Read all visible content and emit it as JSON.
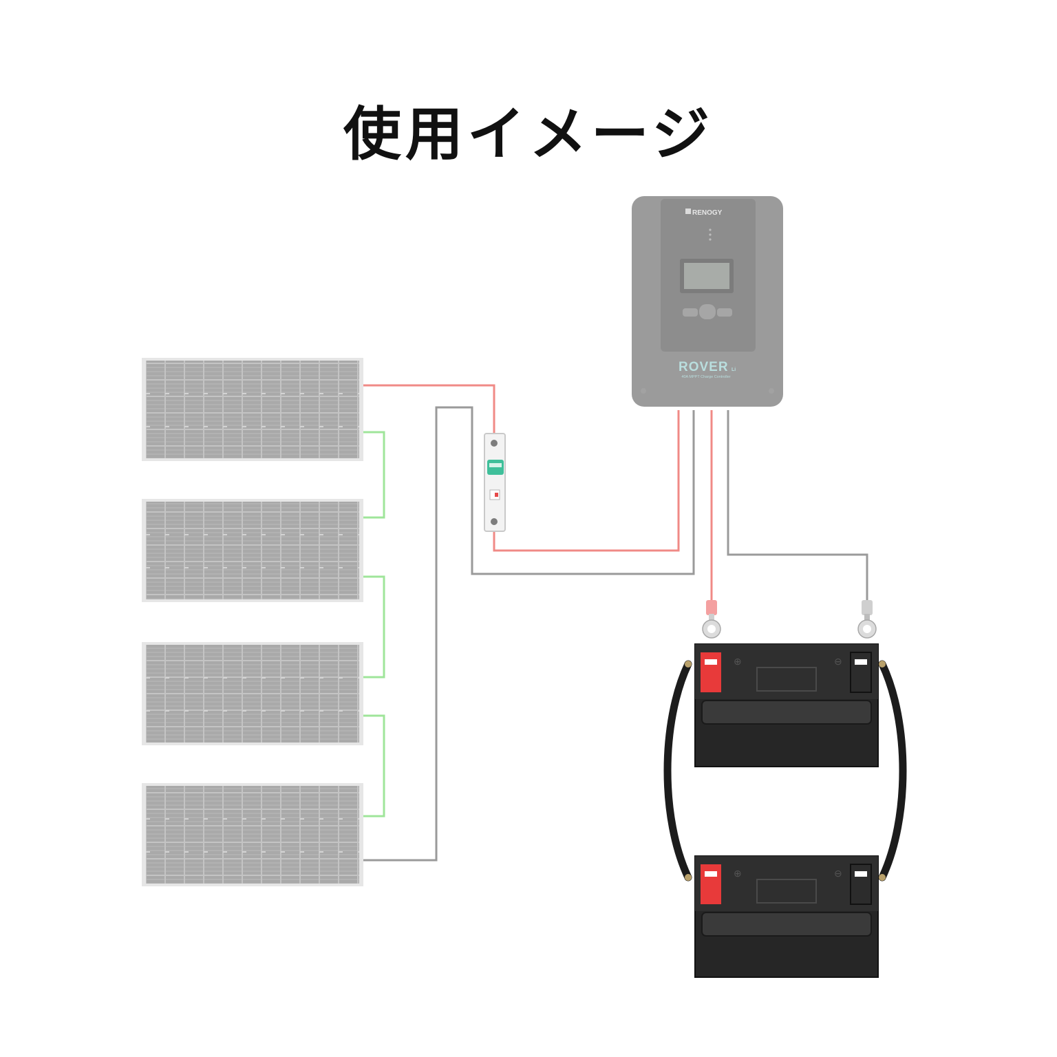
{
  "title": "使用イメージ",
  "controller": {
    "brand": "RENOGY",
    "model": "ROVER",
    "model_suffix": "Li",
    "subtitle": "40A MPPT Charge Controller"
  },
  "colors": {
    "positive_wire": "#f08a86",
    "negative_wire": "#9a9a9a",
    "series_link": "#9fe59a",
    "controller_body": "#9b9b9b",
    "battery_terminal_positive": "#e83a3a",
    "breaker_lever": "#3fbf9a"
  }
}
